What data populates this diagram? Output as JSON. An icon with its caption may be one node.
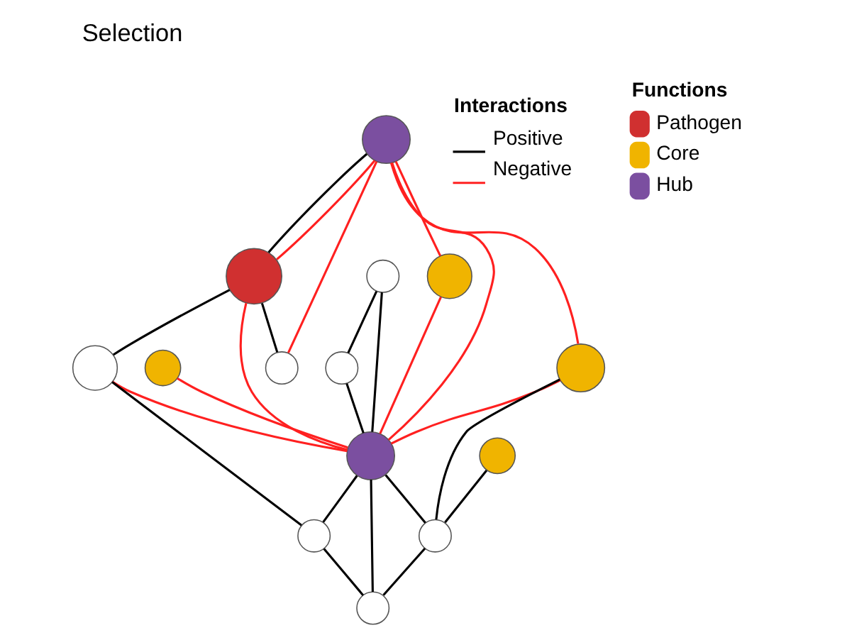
{
  "diagram": {
    "title": "Selection",
    "nodes": [
      {
        "text": [],
        "shape": "circle"
      },
      {
        "text": [],
        "shape": "circle"
      },
      {
        "text": [],
        "shape": "circle"
      },
      {
        "text": [],
        "shape": "circle"
      },
      {
        "text": [],
        "shape": "circle"
      },
      {
        "text": [],
        "shape": "circle"
      },
      {
        "text": [],
        "shape": "circle"
      },
      {
        "text": [],
        "shape": "circle"
      },
      {
        "text": [],
        "shape": "circle"
      },
      {
        "text": [],
        "shape": "circle"
      },
      {
        "text": [],
        "shape": "circle"
      },
      {
        "text": [],
        "shape": "circle"
      },
      {
        "text": [],
        "shape": "circle"
      },
      {
        "text": [],
        "shape": "circle"
      }
    ],
    "edges": [
      {
        "from": 0,
        "to": 1,
        "arrow": "none"
      },
      {
        "from": 0,
        "to": 1,
        "arrow": "none",
        "color": "#ff2020"
      },
      {
        "from": 0,
        "to": 4,
        "arrow": "none",
        "color": "#ff2020"
      },
      {
        "from": 0,
        "to": 6,
        "arrow": "none",
        "color": "#ff2020"
      },
      {
        "from": 0,
        "to": 2,
        "arrow": "none",
        "color": "#ff2020"
      },
      {
        "from": 0,
        "to": 5,
        "arrow": "none",
        "color": "#ff2020"
      },
      {
        "from": 1,
        "to": 2,
        "arrow": "none"
      },
      {
        "from": 1,
        "to": 5,
        "arrow": "none",
        "color": "#ff2020"
      },
      {
        "from": 1,
        "to": 10,
        "arrow": "none"
      },
      {
        "from": 3,
        "to": 5,
        "arrow": "none",
        "color": "#ff2020"
      },
      {
        "from": 4,
        "to": 5,
        "arrow": "none",
        "color": "#ff2020"
      },
      {
        "from": 6,
        "to": 5,
        "arrow": "none",
        "color": "#ff2020"
      },
      {
        "from": 6,
        "to": 11,
        "arrow": "none"
      },
      {
        "from": 7,
        "to": 11,
        "arrow": "none"
      },
      {
        "from": 9,
        "to": 8,
        "arrow": "none"
      },
      {
        "from": 8,
        "to": 5,
        "arrow": "none"
      },
      {
        "from": 9,
        "to": 5,
        "arrow": "none"
      },
      {
        "from": 10,
        "to": 5,
        "arrow": "none",
        "color": "#ff2020"
      },
      {
        "from": 10,
        "to": 12,
        "arrow": "none"
      },
      {
        "from": 5,
        "to": 11,
        "arrow": "none"
      },
      {
        "from": 5,
        "to": 12,
        "arrow": "none"
      },
      {
        "from": 5,
        "to": 13,
        "arrow": "none"
      },
      {
        "from": 11,
        "to": 13,
        "arrow": "none"
      },
      {
        "from": 12,
        "to": 13,
        "arrow": "none"
      }
    ],
    "labels": [
      "Functions",
      "Interactions"
    ],
    "legend": [
      {
        "text": "Pathogen",
        "color": "#d03030"
      },
      {
        "text": "Core",
        "color": "#f0b400"
      },
      {
        "text": "Hub",
        "color": "#7b4fa0"
      },
      {
        "text": "Positive"
      },
      {
        "text": "Negative"
      }
    ]
  }
}
